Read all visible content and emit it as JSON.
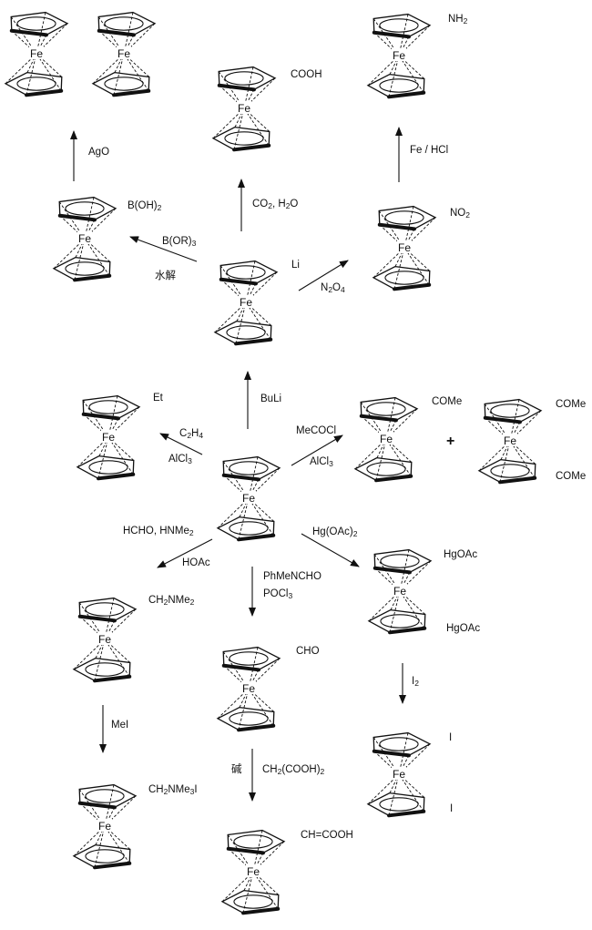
{
  "metal_label": "Fe",
  "plus_sign": "+",
  "substituents": {
    "nh2": "NH2",
    "cooh": "COOH",
    "boh2": "B(OH)2",
    "no2": "NO2",
    "li": "Li",
    "et": "Et",
    "come_1": "COMe",
    "come_2a": "COMe",
    "come_2b": "COMe",
    "ch2nme2": "CH2NMe2",
    "cho": "CHO",
    "hgoac_a": "HgOAc",
    "hgoac_b": "HgOAc",
    "ch2nme3i": "CH2NMe3I",
    "iodo_a": "I",
    "iodo_b": "I",
    "chcooh": "CH=COOH"
  },
  "reagents": {
    "ago": "AgO",
    "co2_h2o": "CO2, H2O",
    "fe_hcl": "Fe / HCl",
    "b_or3": "B(OR)3",
    "hydrolysis": "水解",
    "n2o4": "N2O4",
    "buli": "BuLi",
    "c2h4": "C2H4",
    "alcl3_a": "AlCl3",
    "mecocl": "MeCOCl",
    "alcl3_b": "AlCl3",
    "hcho_hnme2": "HCHO, HNMe2",
    "hoac": "HOAc",
    "hg_oac2": "Hg(OAc)2",
    "phmencho": "PhMeNCHO",
    "pocl3": "POCl3",
    "i2": "I2",
    "mei": "MeI",
    "base": "碱",
    "ch2_cooh2": "CH2(COOH)2"
  }
}
